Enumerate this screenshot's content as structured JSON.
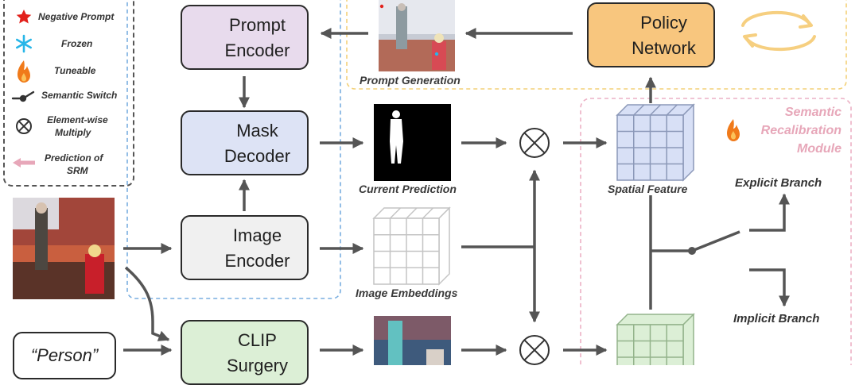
{
  "legend": {
    "negative_prompt": "Negative Prompt",
    "frozen": "Frozen",
    "tuneable": "Tuneable",
    "semantic_switch": "Semantic Switch",
    "element_wise_multiply": [
      "Element-wise",
      "Multiply"
    ],
    "prediction_of_srm": [
      "Prediction of",
      "SRM"
    ]
  },
  "modules": {
    "prompt_encoder": [
      "Prompt",
      "Encoder"
    ],
    "mask_decoder": [
      "Mask",
      "Decoder"
    ],
    "image_encoder": [
      "Image",
      "Encoder"
    ],
    "clip_surgery": [
      "CLIP",
      "Surgery"
    ],
    "policy_network": [
      "Policy",
      "Network"
    ]
  },
  "captions": {
    "prompt_generation": "Prompt Generation",
    "current_prediction": "Current Prediction",
    "image_embeddings": "Image Embeddings",
    "spatial_feature": "Spatial Feature"
  },
  "srm_title": [
    "Semantic",
    "Recalibration",
    "Module"
  ],
  "branches": {
    "explicit": "Explicit Branch",
    "implicit": "Implicit Branch"
  },
  "text_prompt": "“Person”",
  "colors": {
    "prompt_encoder": "#e8dbed",
    "mask_decoder": "#dde3f5",
    "image_encoder": "#f0f0f0",
    "clip_surgery": "#dcefd6",
    "policy_network": "#f8c67e",
    "frozen_icon": "#27b6e8",
    "tuneable_icon": "#f07a1a",
    "negative_star": "#e2211c",
    "sam_border": "#79aee0",
    "policy_border": "#f3d179",
    "srm_border": "#ecb1c5",
    "arrow": "#555555"
  },
  "icons": {
    "frozen": "snowflake-icon",
    "tuneable": "flame-icon",
    "negative": "star-icon",
    "switch": "semantic-switch-icon",
    "multiply": "circled-times-icon",
    "srm_prediction": "pink-arrow-icon",
    "cycle": "cycle-arrows-icon"
  }
}
